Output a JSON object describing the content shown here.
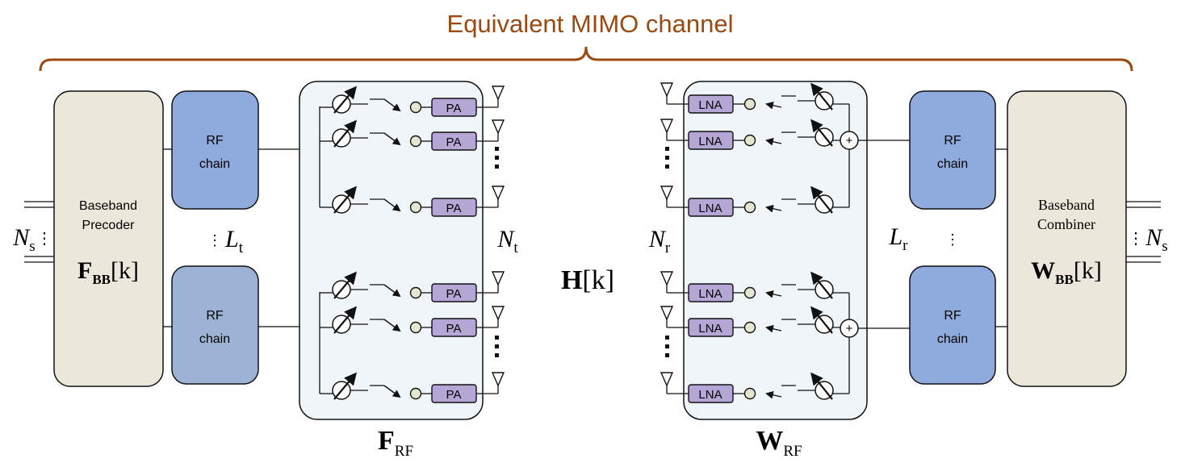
{
  "title": "Equivalent MIMO channel",
  "colors": {
    "title": "#9a4a12",
    "baseband_fill": "#ebe7da",
    "rf_chain_fill": "#8faadc",
    "rf_chain_fill_alt": "#9db3d6",
    "rf_module_fill": "#f0f5f9",
    "amp_fill": "#b4a7d6",
    "node_fill": "#e5e6cf"
  },
  "transmitter": {
    "baseband": {
      "line1": "Baseband",
      "line2": "Precoder",
      "math_main": "F",
      "math_sub": "BB",
      "math_arg": "[k]"
    },
    "rf_chain_top": {
      "line1": "RF",
      "line2": "chain"
    },
    "rf_chain_bottom": {
      "line1": "RF",
      "line2": "chain"
    },
    "chains_label": {
      "main": "L",
      "sub": "t"
    },
    "streams_label": {
      "main": "N",
      "sub": "s"
    },
    "amp_label": "PA",
    "antennas_label": {
      "main": "N",
      "sub": "t"
    },
    "rf_matrix": {
      "main": "F",
      "sub": "RF"
    }
  },
  "channel": {
    "main": "H",
    "arg": "[k]"
  },
  "receiver": {
    "antennas_label": {
      "main": "N",
      "sub": "r"
    },
    "amp_label": "LNA",
    "sum_symbol": "+",
    "rf_matrix": {
      "main": "W",
      "sub": "RF"
    },
    "chains_label": {
      "main": "L",
      "sub": "r"
    },
    "rf_chain_top": {
      "line1": "RF",
      "line2": "chain"
    },
    "rf_chain_bottom": {
      "line1": "RF",
      "line2": "chain"
    },
    "baseband": {
      "line1": "Baseband",
      "line2": "Combiner",
      "math_main": "W",
      "math_sub": "BB",
      "math_arg": "[k]"
    },
    "streams_label": {
      "main": "N",
      "sub": "s"
    }
  },
  "ellipsis": "⋮"
}
